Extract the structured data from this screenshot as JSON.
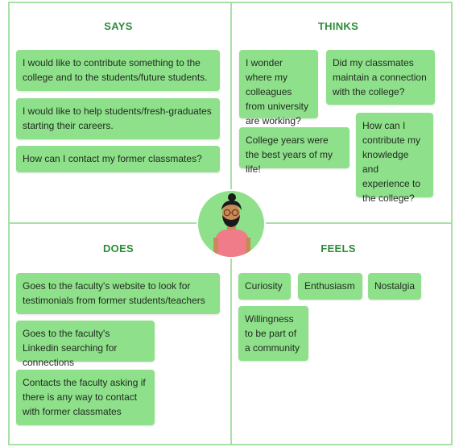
{
  "quadrants": {
    "says": {
      "title": "SAYS",
      "notes": [
        "I would like to contribute something to the college and to the students/future students.",
        "I would like to help students/fresh-graduates starting their careers.",
        "How can I contact my former classmates?"
      ]
    },
    "thinks": {
      "title": "THINKS",
      "notes": [
        "I wonder where my colleagues from university are working?",
        "Did my classmates maintain a connection with the college?",
        "College years were the best years of my life!",
        "How can I contribute my knowledge and experience to the college?"
      ]
    },
    "does": {
      "title": "DOES",
      "notes": [
        "Goes to the faculty's website to look for testimonials from former students/teachers",
        "Goes to the faculty's Linkedin searching for connections",
        "Contacts the faculty asking if there is any way to contact with former classmates"
      ]
    },
    "feels": {
      "title": "FEELS",
      "notes": [
        "Curiosity",
        "Enthusiasm",
        "Nostalgia",
        "Willingness to be part of a community"
      ]
    }
  },
  "colors": {
    "note": "#8ee08a",
    "title": "#2e8b3a",
    "grid": "#a8e0a8",
    "shirt": "#f07c8a",
    "skin": "#c98a5a",
    "hair": "#1a1a1a"
  },
  "avatar_icon": "person-avatar-icon"
}
